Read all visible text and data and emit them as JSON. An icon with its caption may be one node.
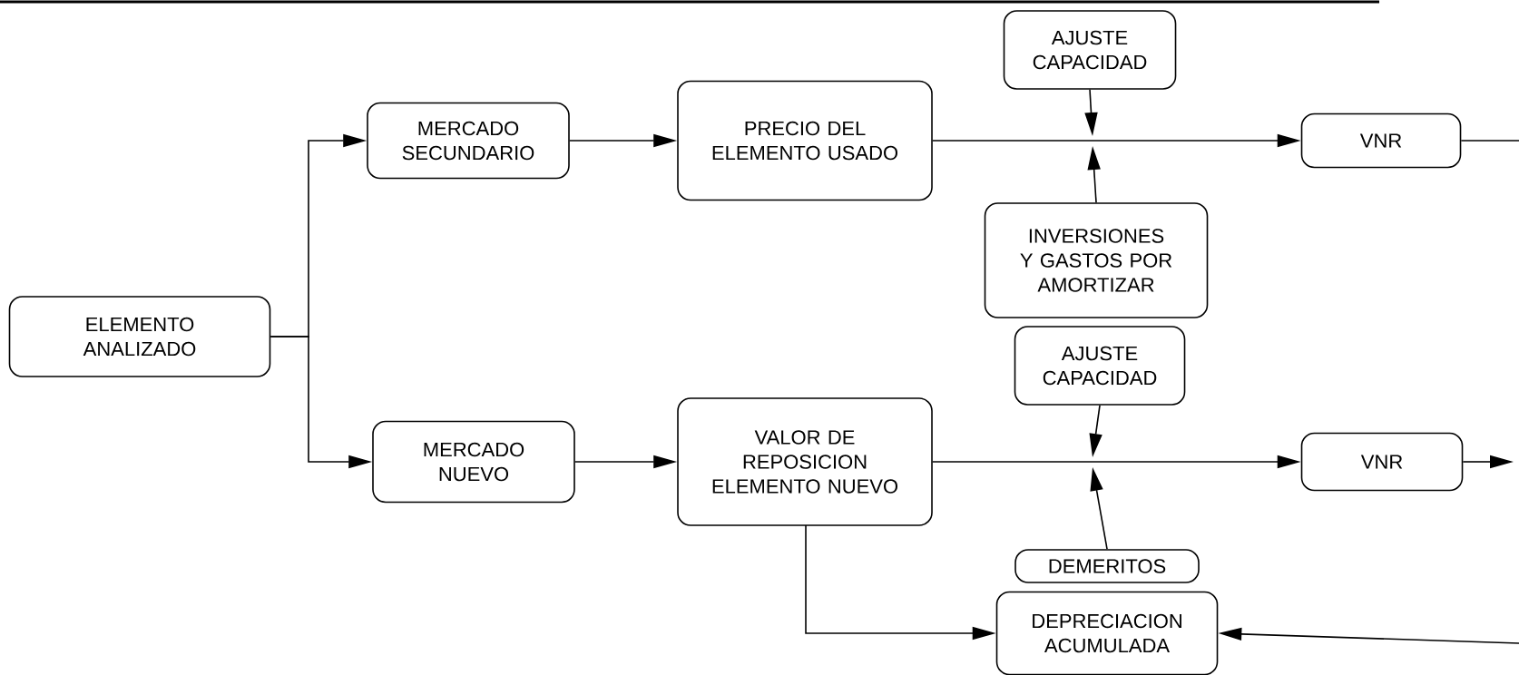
{
  "diagram": {
    "nodes": [
      {
        "text": [
          "ELEMENTO ANALIZADO"
        ]
      },
      {
        "text": [
          "MERCADO SECUNDARIO"
        ]
      },
      {
        "text": [
          "PRECIO DEL ELEMENTO USADO"
        ]
      },
      {
        "text": [
          "AJUSTE CAPACIDAD"
        ]
      },
      {
        "text": [
          "VNR"
        ]
      },
      {
        "text": [
          "INVERSIONES Y GASTOS POR AMORTIZAR"
        ]
      },
      {
        "text": [
          "AJUSTE CAPACIDAD"
        ]
      },
      {
        "text": [
          "MERCADO NUEVO"
        ]
      },
      {
        "text": [
          "VALOR DE REPOSICION ELEMENTO NUEVO"
        ]
      },
      {
        "text": [
          "VNR"
        ]
      },
      {
        "text": [
          "DEMERITOS"
        ]
      },
      {
        "text": [
          "DEPRECIACION ACUMULADA"
        ]
      }
    ],
    "edges": [
      {
        "from": 0,
        "to": 1,
        "arrow": "to"
      },
      {
        "from": 0,
        "to": 7,
        "arrow": "to"
      },
      {
        "from": 1,
        "to": 2,
        "arrow": "to"
      },
      {
        "from": 2,
        "to": 4,
        "arrow": "to"
      },
      {
        "from": 3,
        "to": null,
        "arrow": "to"
      },
      {
        "from": 5,
        "to": null,
        "arrow": "to"
      },
      {
        "from": 4,
        "to": null,
        "arrow": "none"
      },
      {
        "from": 7,
        "to": 8,
        "arrow": "to"
      },
      {
        "from": 8,
        "to": 9,
        "arrow": "to"
      },
      {
        "from": 6,
        "to": null,
        "arrow": "to"
      },
      {
        "from": 10,
        "to": null,
        "arrow": "to"
      },
      {
        "from": 9,
        "to": null,
        "arrow": "to"
      },
      {
        "from": 8,
        "to": 11,
        "arrow": "to"
      },
      {
        "from": null,
        "to": 11,
        "arrow": "to"
      }
    ]
  }
}
